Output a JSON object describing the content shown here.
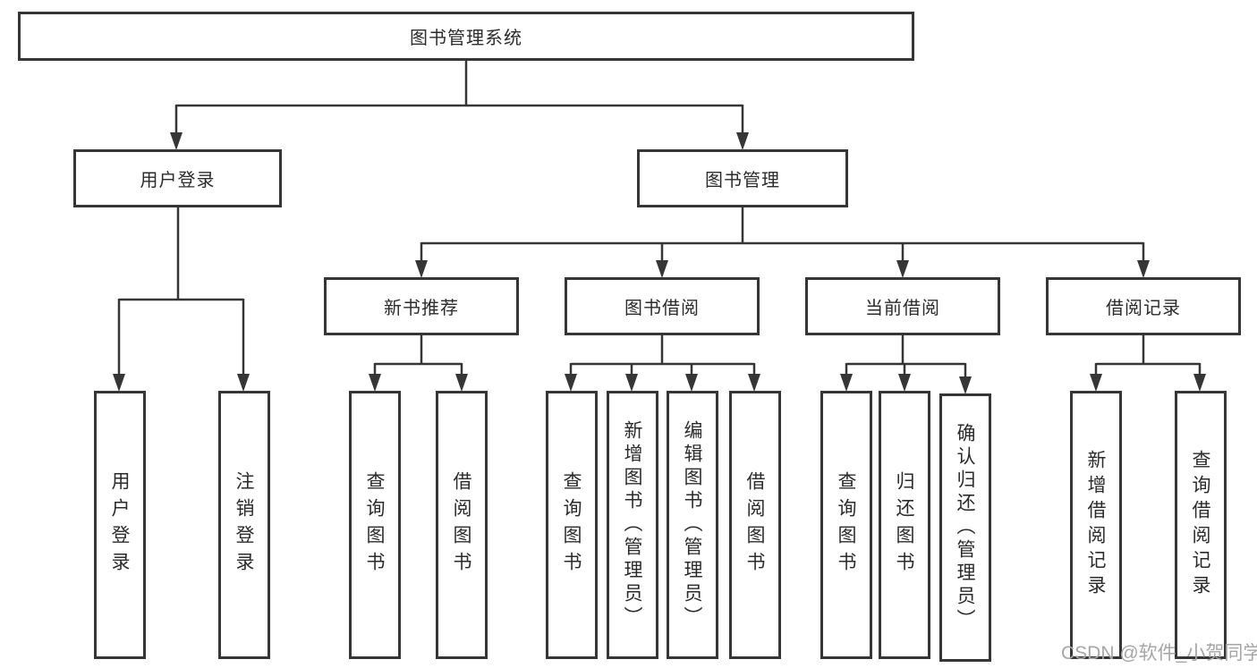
{
  "tree": {
    "root": {
      "label": "图书管理系统"
    },
    "level2": [
      {
        "label": "用户登录"
      },
      {
        "label": "图书管理"
      }
    ],
    "level3": [
      {
        "label": "新书推荐"
      },
      {
        "label": "图书借阅"
      },
      {
        "label": "当前借阅"
      },
      {
        "label": "借阅记录"
      }
    ],
    "leaves": {
      "user_login": [
        "用户登录",
        "注销登录"
      ],
      "new_books": [
        "查询图书",
        "借阅图书"
      ],
      "book_borrow": [
        "查询图书",
        "新增图书（管理员）",
        "编辑图书（管理员）",
        "借阅图书"
      ],
      "current_borrow": [
        "查询图书",
        "归还图书",
        "确认归还（管理员）"
      ],
      "borrow_records": [
        "新增借阅记录",
        "查询借阅记录"
      ]
    }
  },
  "watermark": "CSDN @软件_小贺同学",
  "colors": {
    "line": "#363636",
    "box_border": "#363636",
    "text": "#2b2b2b",
    "watermark": "#a6a6a6",
    "background": "#ffffff"
  }
}
